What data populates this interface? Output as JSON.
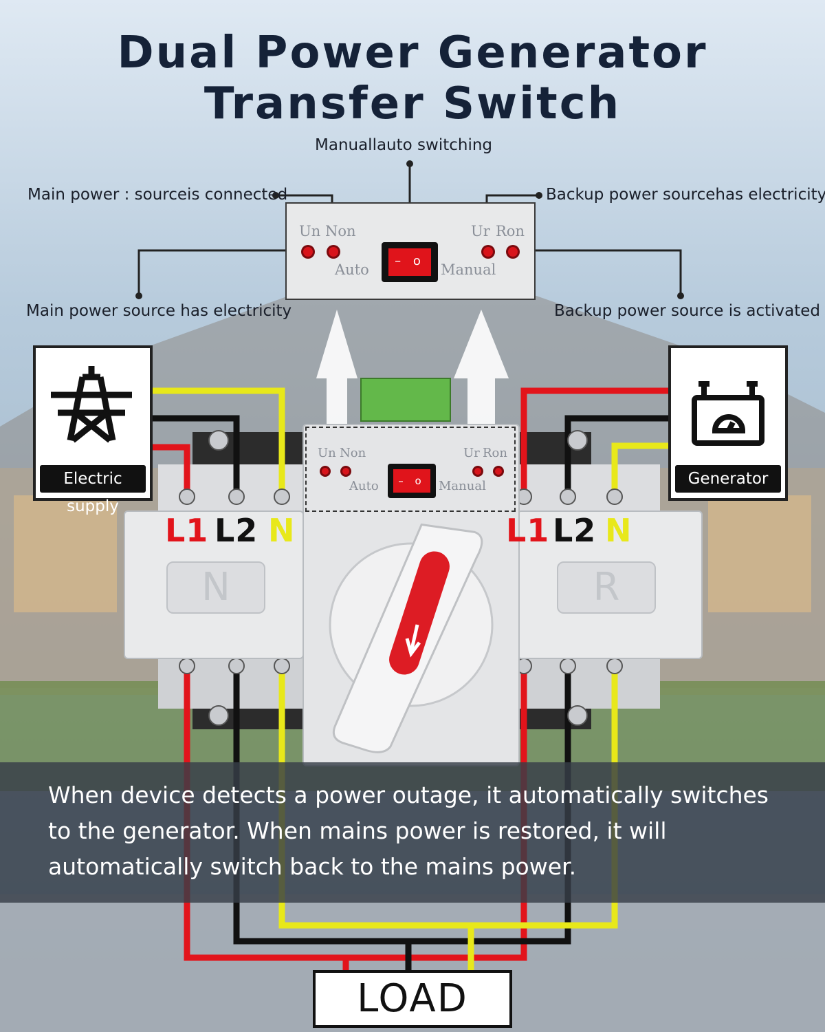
{
  "title": "Dual Power Generator Transfer Switch",
  "callouts": {
    "manual_auto": "Manuallauto switching",
    "main_connected": "Main power : sourceis connected",
    "backup_has_electricity": "Backup power sourcehas electricity",
    "main_has_electricity": "Main power source has electricity",
    "backup_activated": "Backup power source is activated"
  },
  "panel": {
    "un_left": "Un",
    "non": "Non",
    "ur_right": "Ur",
    "ron": "Ron",
    "auto": "Auto",
    "manual": "Manual",
    "switch_symbols": "– o"
  },
  "sources": {
    "left": {
      "label": "Electric supply",
      "icon": "power-tower-icon"
    },
    "right": {
      "label": "Generator",
      "icon": "generator-battery-icon"
    }
  },
  "terminals": {
    "left": [
      "L1",
      "L2",
      "N"
    ],
    "right": [
      "L1",
      "L2",
      "N"
    ]
  },
  "modules": {
    "left_badge": "N",
    "right_badge": "R"
  },
  "info": "When device detects a power outage, it automatically switches to the generator. When mains power is restored, it will automatically switch back to the mains power.",
  "load": "LOAD",
  "colors": {
    "title": "#152238",
    "wire_l1": "#e2141b",
    "wire_l2": "#111111",
    "wire_n": "#e8e81a",
    "led": "#d8141b"
  }
}
